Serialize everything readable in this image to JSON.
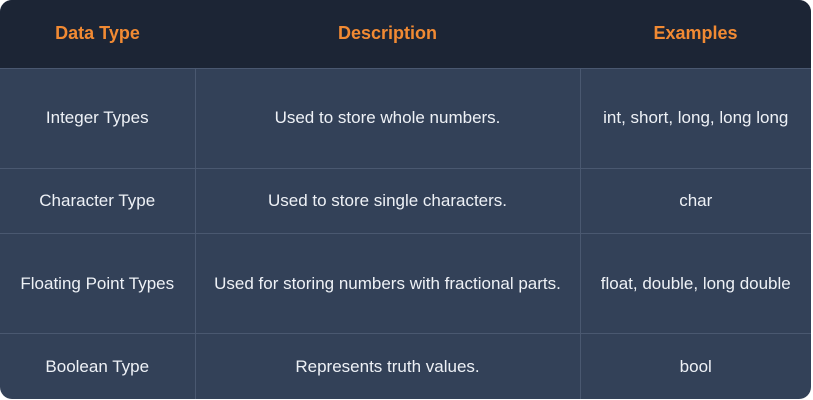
{
  "table": {
    "headers": [
      "Data Type",
      "Description",
      "Examples"
    ],
    "rows": [
      [
        "Integer Types",
        "Used to store whole numbers.",
        "int, short, long, long long"
      ],
      [
        "Character Type",
        "Used to store single characters.",
        "char"
      ],
      [
        "Floating Point Types",
        "Used for storing numbers with fractional parts.",
        "float, double, long double"
      ],
      [
        "Boolean Type",
        "Represents truth values.",
        "bool"
      ]
    ]
  },
  "colors": {
    "header_background": "#1c2535",
    "header_text": "#f18a33",
    "row_background": "#334158",
    "row_text": "#eef1f6",
    "divider": "#4a5870"
  }
}
